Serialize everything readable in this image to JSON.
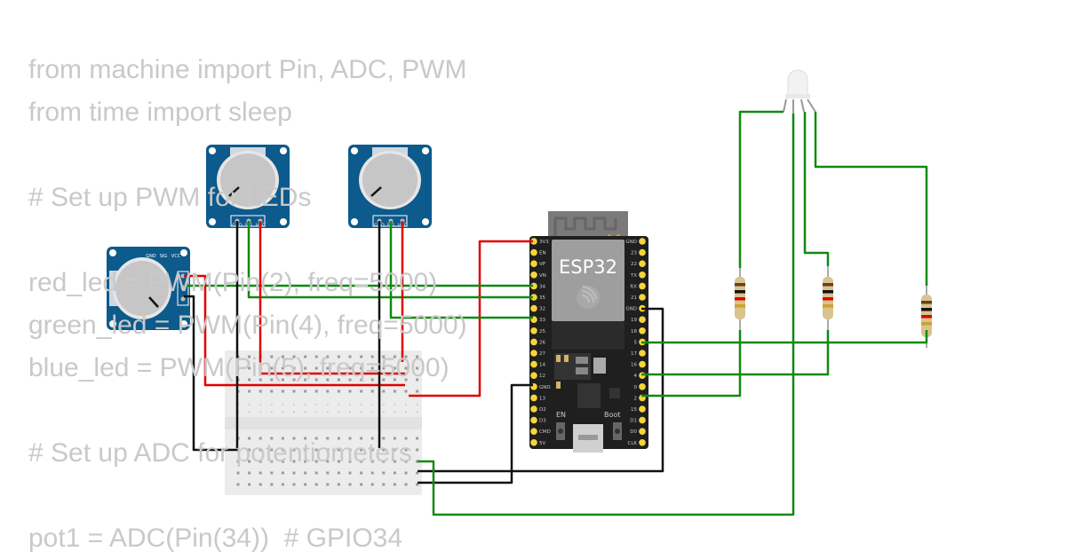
{
  "code_lines": [
    "from machine import Pin, ADC, PWM",
    "from time import sleep",
    "",
    "# Set up PWM for LEDs",
    "",
    "red_led = PWM(Pin(2), freq=5000)",
    "green_led = PWM(Pin(4), freq=5000)",
    "blue_led = PWM(Pin(5), freq=5000)",
    "",
    "# Set up ADC for potentiometers",
    "",
    "pot1 = ADC(Pin(34))  # GPIO34"
  ],
  "esp32": {
    "label": "ESP32",
    "left_pins": [
      "3V3",
      "EN",
      "VP",
      "VN",
      "34",
      "35",
      "32",
      "33",
      "25",
      "26",
      "27",
      "14",
      "12",
      "GND",
      "13",
      "D2",
      "D3",
      "CMD",
      "5V"
    ],
    "right_pins": [
      "GND",
      "23",
      "22",
      "TX",
      "RX",
      "21",
      "GND",
      "19",
      "18",
      "5",
      "17",
      "16",
      "4",
      "0",
      "2",
      "15",
      "D1",
      "D0",
      "CLK"
    ],
    "en_label": "EN",
    "boot_label": "Boot"
  },
  "potentiometer": {
    "pins": [
      "GND",
      "SIG",
      "VCC"
    ]
  },
  "colors": {
    "board": "#1f1f1f",
    "pin": "#f5d53a",
    "pot": "#0d5a8c",
    "red_wire": "#e00000",
    "green_wire": "#108a10",
    "black_wire": "#111111",
    "code_text": "#c9c9c9"
  }
}
